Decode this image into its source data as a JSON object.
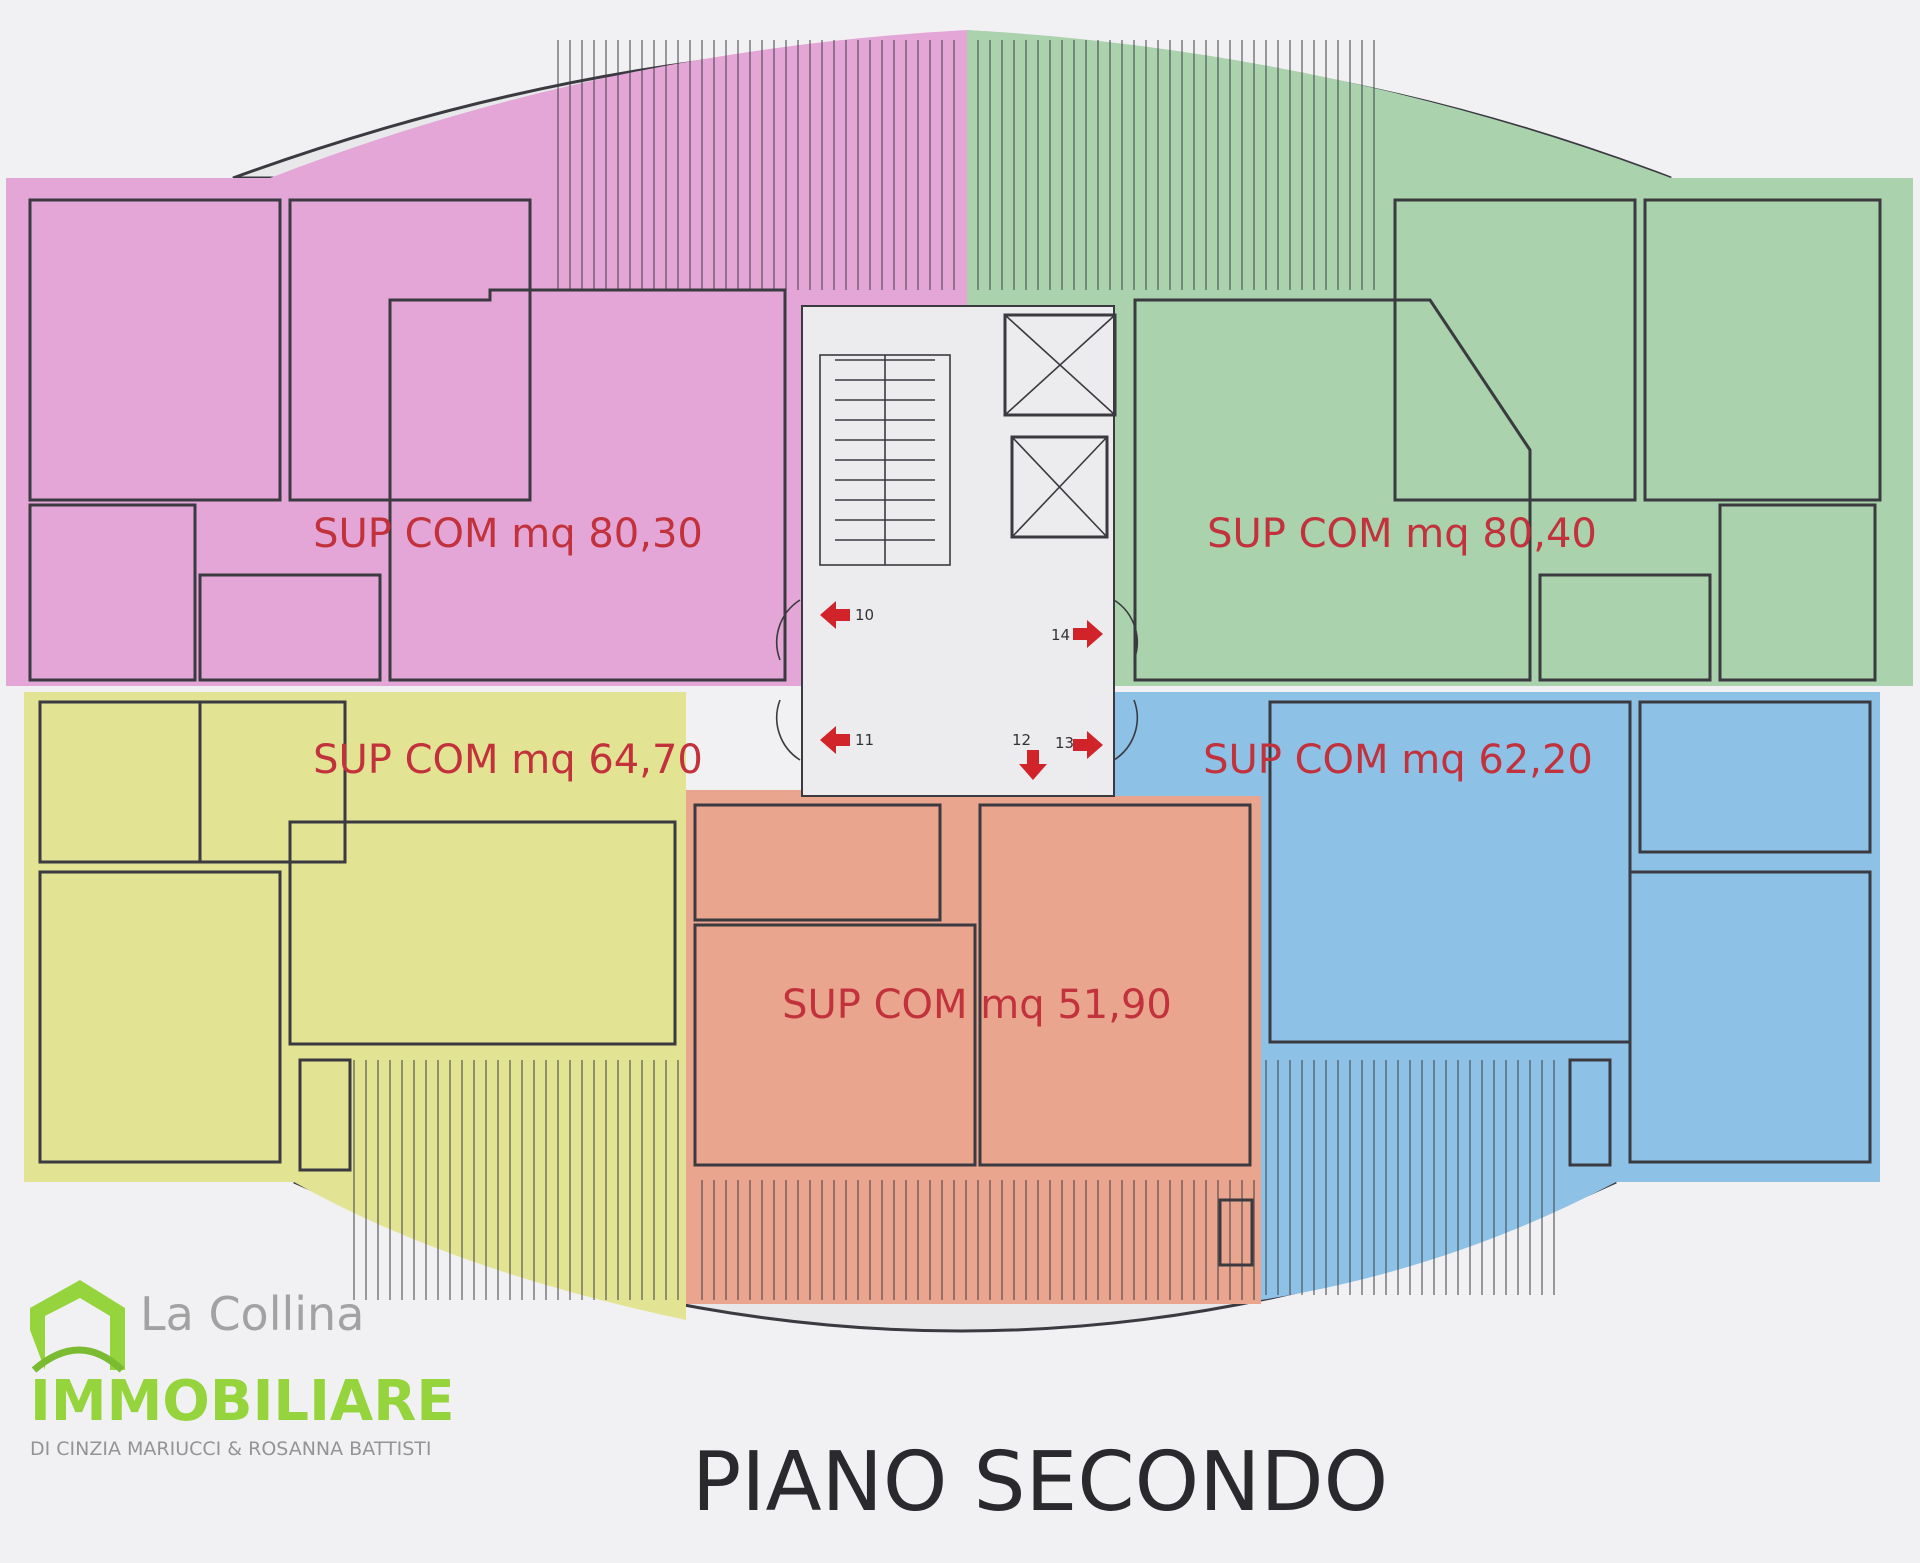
{
  "plan": {
    "title": "PIANO SECONDO",
    "units": [
      {
        "id": "north-west",
        "label": "SUP COM mq 80,30",
        "color": "#e4a6d6"
      },
      {
        "id": "north-east",
        "label": "SUP COM mq 80,40",
        "color": "#a9d2ad"
      },
      {
        "id": "south-west",
        "label": "SUP COM mq 64,70",
        "color": "#e3e394"
      },
      {
        "id": "south-center",
        "label": "SUP COM mq 51,90",
        "color": "#e9a58e"
      },
      {
        "id": "south-east",
        "label": "SUP COM mq 62,20",
        "color": "#8dc1e6"
      }
    ],
    "door_numbers": [
      "10",
      "14",
      "11",
      "12",
      "13"
    ],
    "arrow_color": "#d0242a"
  },
  "watermark": {
    "line1": "La Collina",
    "line2": "IMMOBILIARE",
    "line3": "DI CINZIA MARIUCCI & ROSANNA BATTISTI",
    "color": "#8dd12a"
  }
}
